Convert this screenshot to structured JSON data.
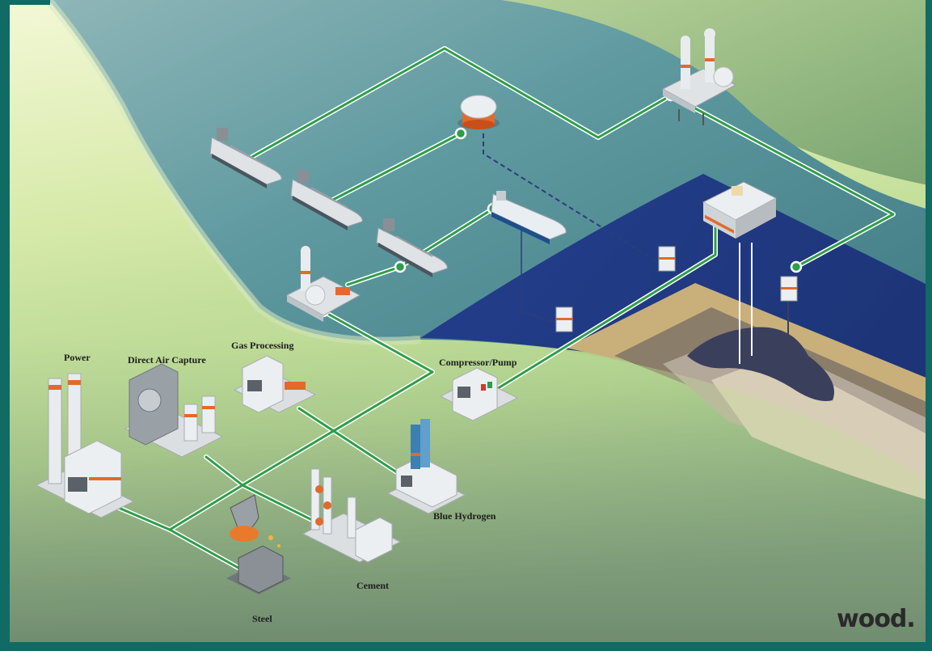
{
  "labels": {
    "power": "Power",
    "direct_air_capture": "Direct Air Capture",
    "gas_processing": "Gas Processing",
    "compressor_pump": "Compressor/Pump",
    "blue_hydrogen": "Blue Hydrogen",
    "cement": "Cement",
    "steel": "Steel"
  },
  "logo": "wood.",
  "colors": {
    "frame": "#0f6b63",
    "pipeline": "#2e9e4a",
    "sea": "#3f7e88",
    "land_light": "#cfe3a4",
    "equipment_accent": "#e26a2c"
  }
}
